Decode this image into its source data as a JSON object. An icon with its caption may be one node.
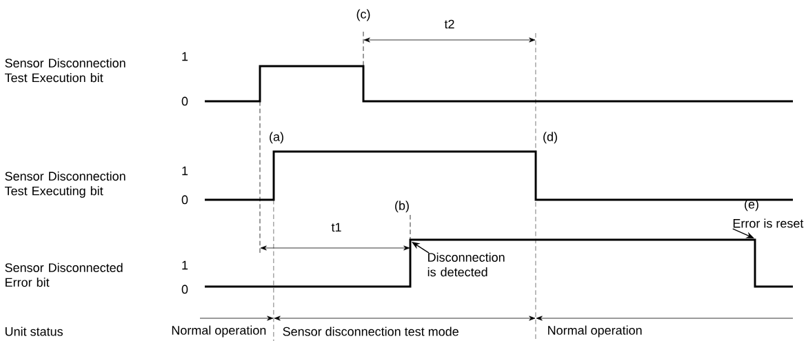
{
  "diagram": {
    "nodes": [
      {
        "text": [
          "Disconnection is detected"
        ]
      },
      {
        "text": [
          "Error is reset"
        ]
      }
    ],
    "edges": [
      {
        "from": 0,
        "to": null,
        "arrow": "to"
      },
      {
        "from": 1,
        "to": null,
        "arrow": "to"
      }
    ],
    "labels": [
      "(c)",
      "t2",
      "1",
      "Sensor Disconnection Test Execution bit",
      "0",
      "(a)",
      "(d)",
      "1",
      "Sensor Disconnection Test Executing bit",
      "0",
      "(b)",
      "t1",
      "(e)",
      "1",
      "Sensor Disconnected Error bit",
      "0",
      "Unit status",
      "Normal operation",
      "Sensor disconnection test mode",
      "Normal operation"
    ]
  }
}
